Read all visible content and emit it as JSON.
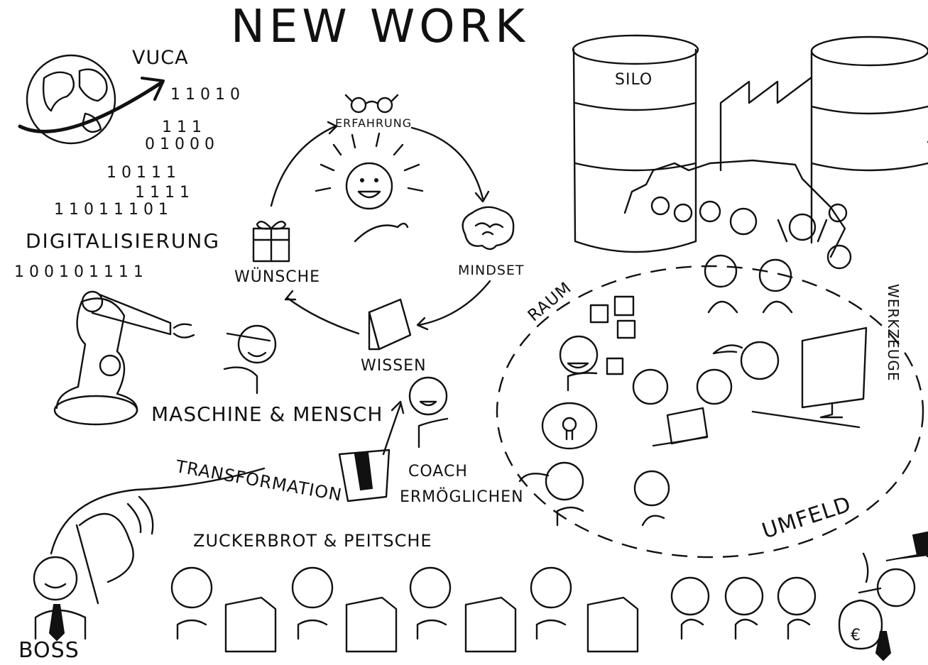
{
  "title": "NEW WORK",
  "labels": {
    "vuca": "VUCA",
    "digitalisierung": "DIGITALISIERUNG",
    "erfahrung": "ERFAHRUNG",
    "mindset": "MINDSET",
    "wunsche": "WÜNSCHE",
    "wissen": "WISSEN",
    "maschine_mensch": "MASCHINE & MENSCH",
    "transformation": "TRANSFORMATION",
    "coach": "COACH",
    "ermoglichen": "ERMÖGLICHEN",
    "silo": "SILO",
    "raum": "RAUM",
    "werkzeuge": "WERKZEUGE",
    "umfeld": "UMFELD",
    "zuckerbrot": "ZUCKERBROT & PEITSCHE",
    "boss": "BOSS"
  },
  "binary_rows": [
    "1 1 0 1 0",
    "1 1 1",
    "0 1 0 0 0",
    "1 0 1 1 1",
    "1 1 1 1",
    "1 1 0 1 1 1 0 1",
    "1 0 0 1 0 1 1 1 1"
  ],
  "icons": [
    "globe-icon",
    "robot-arm-icon",
    "glasses-icon",
    "brain-icon",
    "gift-icon",
    "book-icon",
    "lightbulb-icon",
    "laptop-icon",
    "monitor-icon",
    "money-bag-icon",
    "top-hat-icon",
    "flag-icon"
  ],
  "currency_symbol": "€"
}
